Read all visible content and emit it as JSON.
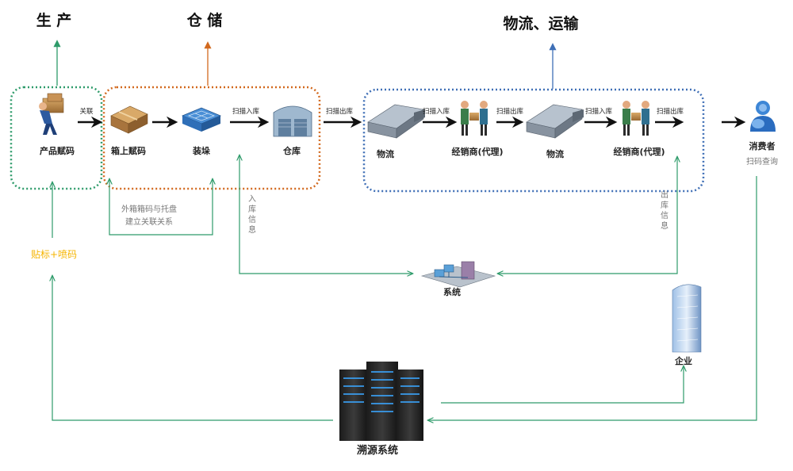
{
  "headers": {
    "production": "生 产",
    "storage": "仓 储",
    "logistics": "物流、运输"
  },
  "nodes": {
    "product_code": "产品赋码",
    "box_code": "箱上赋码",
    "palletize": "装垛",
    "warehouse": "仓库",
    "logistics_1": "物流",
    "distributor_1": "经销商(代理)",
    "logistics_2": "物流",
    "distributor_2": "经销商(代理)",
    "consumer": "消费者",
    "consumer_sub": "扫码查询",
    "system": "系统",
    "enterprise": "企业",
    "trace_system": "溯源系统"
  },
  "arrow_labels": {
    "link": "关联",
    "scan_in_1": "扫描入库",
    "scan_out_1": "扫描出库",
    "scan_in_2": "扫描入库",
    "scan_out_2": "扫描出库",
    "scan_in_3": "扫描入库",
    "scan_out_3": "扫描出库"
  },
  "notes": {
    "pallet_line1": "外箱箱码与托盘",
    "pallet_line2": "建立关联关系",
    "in_info": [
      "入",
      "库",
      "信",
      "息"
    ],
    "out_info": [
      "出",
      "库",
      "信",
      "息"
    ],
    "label_spray": "贴标+喷码"
  },
  "colors": {
    "green": "#2e9b6a",
    "orange": "#d2691e",
    "blue": "#3f6fb6",
    "yellow_text": "#f5b400",
    "arrow": "#111111"
  }
}
